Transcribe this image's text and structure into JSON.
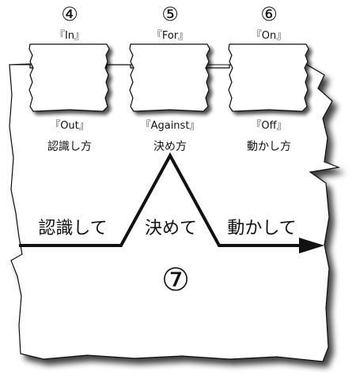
{
  "columns": [
    {
      "number": "④",
      "top_label": "『In』",
      "bottom_label": "『Out』",
      "caption": "認識し方"
    },
    {
      "number": "⑤",
      "top_label": "『For』",
      "bottom_label": "『Against』",
      "caption": "決め方"
    },
    {
      "number": "⑥",
      "top_label": "『On』",
      "bottom_label": "『Off』",
      "caption": "動かし方"
    }
  ],
  "flow": {
    "left_label": "認識して",
    "middle_label": "決めて",
    "right_label": "動かして"
  },
  "main_number": "⑦",
  "colors": {
    "ink": "#111111",
    "paper": "#ffffff",
    "shadow": "#6b6b6b"
  }
}
